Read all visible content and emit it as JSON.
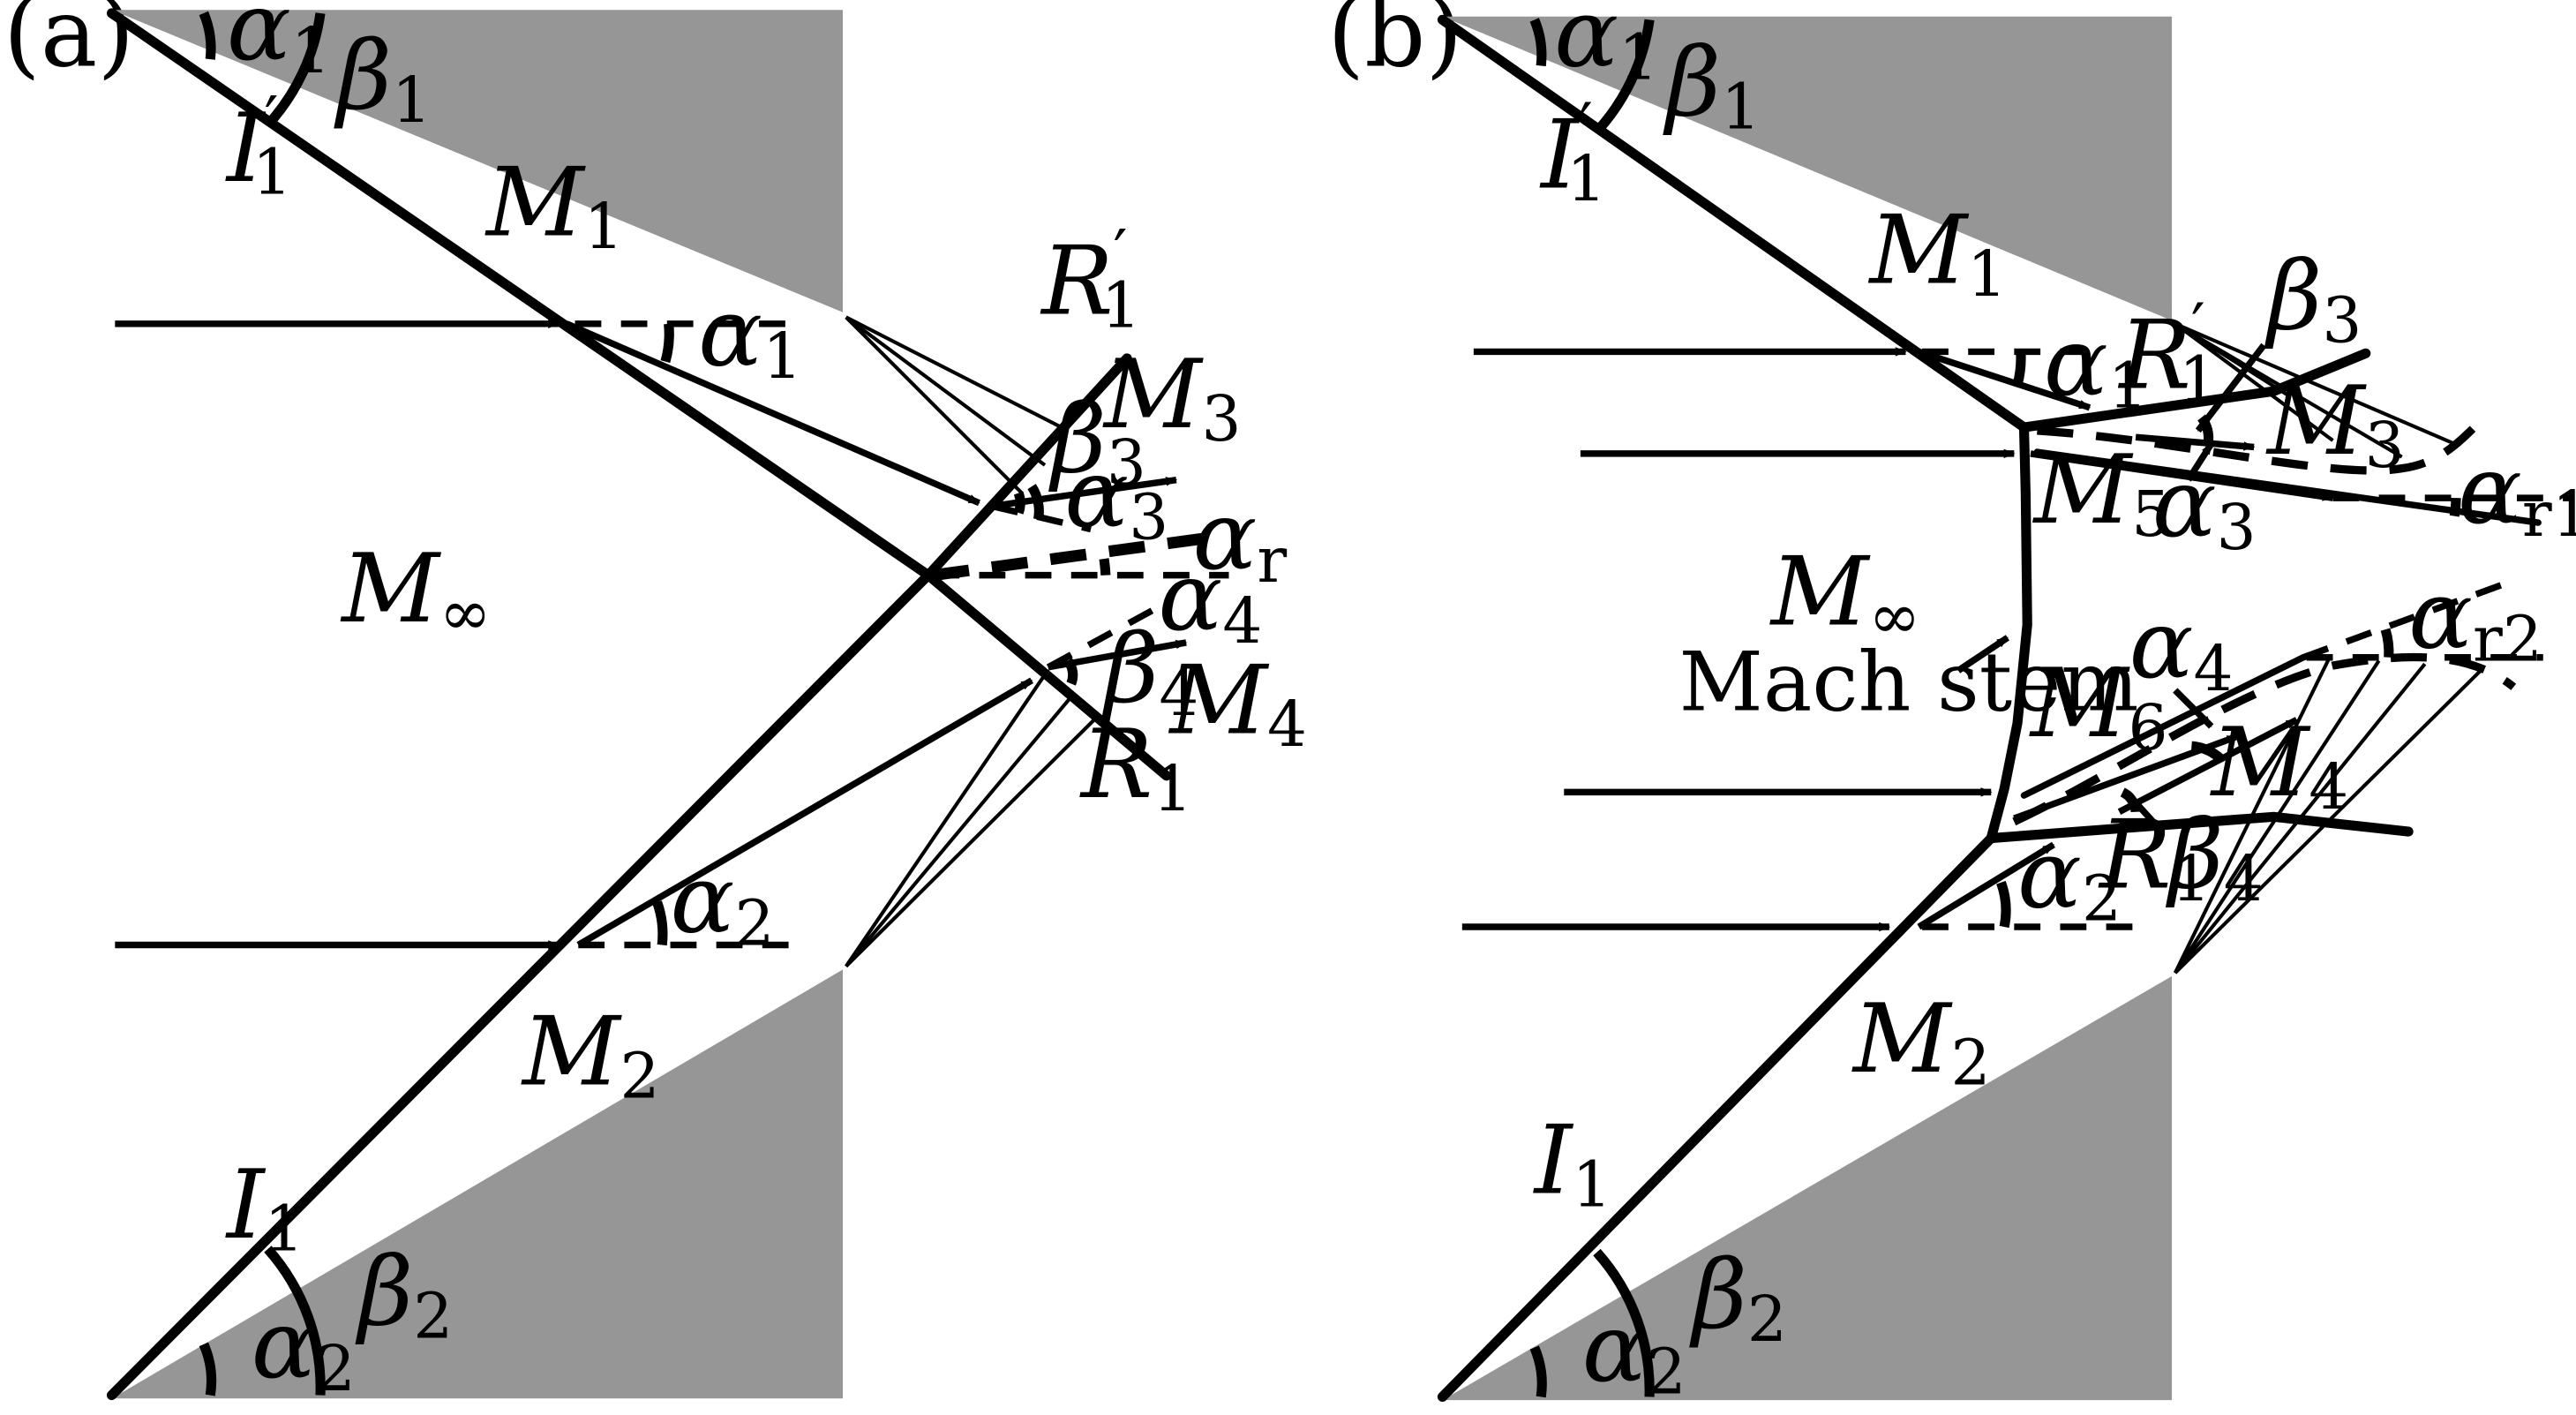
{
  "panels": {
    "a": {
      "tag": "(a)",
      "labels": {
        "alpha1": "α",
        "alpha1_sub": "1",
        "beta1": "β",
        "beta1_sub": "1",
        "I1p": "I",
        "I1p_sub": "1",
        "I1p_prime": "′",
        "M1": "M",
        "M1_sub": "1",
        "alpha1b": "α",
        "alpha1b_sub": "1",
        "R1p": "R",
        "R1p_sub": "1",
        "R1p_prime": "′",
        "M3": "M",
        "M3_sub": "3",
        "beta3": "β",
        "beta3_sub": "3",
        "alpha3": "α",
        "alpha3_sub": "3",
        "alphar": "α",
        "alphar_sub": "r",
        "Minf": "M",
        "Minf_sub": "∞",
        "alpha4": "α",
        "alpha4_sub": "4",
        "beta4": "β",
        "beta4_sub": "4",
        "M4": "M",
        "M4_sub": "4",
        "R1": "R",
        "R1_sub": "1",
        "alpha2b": "α",
        "alpha2b_sub": "2",
        "M2": "M",
        "M2_sub": "2",
        "I1": "I",
        "I1_sub": "1",
        "beta2": "β",
        "beta2_sub": "2",
        "alpha2": "α",
        "alpha2_sub": "2"
      }
    },
    "b": {
      "tag": "(b)",
      "labels": {
        "alpha1": "α",
        "alpha1_sub": "1",
        "beta1": "β",
        "beta1_sub": "1",
        "I1p": "I",
        "I1p_sub": "1",
        "I1p_prime": "′",
        "M1": "M",
        "M1_sub": "1",
        "alpha1b": "α",
        "alpha1b_sub": "1",
        "R1p": "R",
        "R1p_sub": "1",
        "R1p_prime": "′",
        "beta3": "β",
        "beta3_sub": "3",
        "M3": "M",
        "M3_sub": "3",
        "M5": "M",
        "M5_sub": "5",
        "alpha3": "α",
        "alpha3_sub": "3",
        "alphar1": "α",
        "alphar1_sub": "r1",
        "Minf": "M",
        "Minf_sub": "∞",
        "mach_stem": "Mach stem",
        "alpha4": "α",
        "alpha4_sub": "4",
        "alphar2": "α",
        "alphar2_sub": "r2",
        "M6": "M",
        "M6_sub": "6",
        "M4": "M",
        "M4_sub": "4",
        "R1": "R",
        "R1_sub": "1",
        "beta4": "β",
        "beta4_sub": "4",
        "alpha2b": "α",
        "alpha2b_sub": "2",
        "M2": "M",
        "M2_sub": "2",
        "I1": "I",
        "I1_sub": "1",
        "beta2": "β",
        "beta2_sub": "2",
        "alpha2": "α",
        "alpha2_sub": "2"
      }
    }
  }
}
